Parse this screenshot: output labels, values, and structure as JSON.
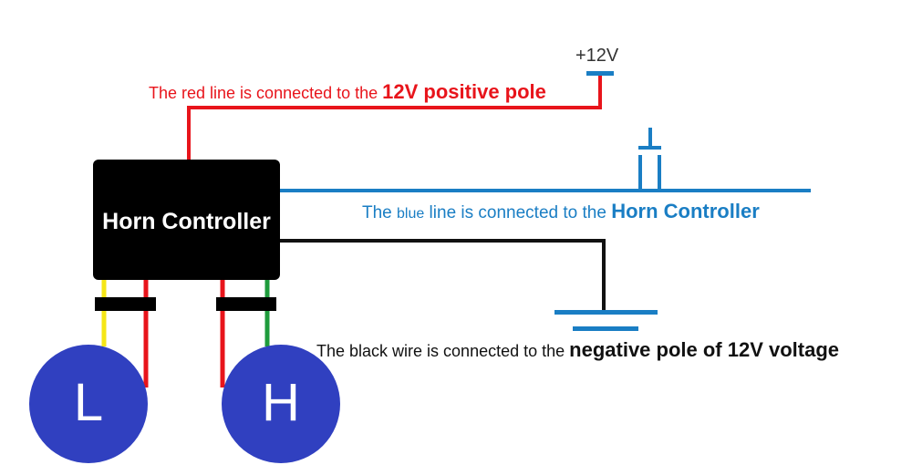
{
  "power": {
    "label": "+12V"
  },
  "red_wire": {
    "prefix": "The red line is connected to the ",
    "emphasis": "12V positive pole"
  },
  "blue_wire": {
    "prefix": "The ",
    "small": "blue",
    "middle": " line is connected to the ",
    "emphasis": "Horn Controller"
  },
  "black_wire": {
    "prefix": "The black wire is connected to the ",
    "emphasis": "negative pole of 12V voltage"
  },
  "controller": {
    "label": "Horn Controller"
  },
  "horns": {
    "low": "L",
    "high": "H"
  },
  "colors": {
    "red": "#e8141b",
    "blue": "#1a7ec4",
    "black": "#111111",
    "yellow": "#f5e616",
    "green": "#1e9b3c",
    "horn": "#3040c0"
  }
}
